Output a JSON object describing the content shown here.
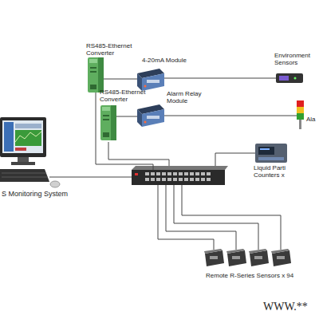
{
  "diagram": {
    "nodes": [
      {
        "text": [
          "S Monitoring System"
        ]
      },
      {
        "text": [
          "RS485-Ethernet Converter"
        ]
      },
      {
        "text": [
          "4-20mA Module"
        ]
      },
      {
        "text": [
          "Environment Sensors"
        ]
      },
      {
        "text": [
          "RS485-Ethernet Converter"
        ]
      },
      {
        "text": [
          "Alarm Relay Module"
        ]
      },
      {
        "text": [
          "Ala"
        ]
      },
      {
        "text": [
          "Liquid Parti Counters x"
        ]
      },
      {
        "text": [
          "Remote R-Series Sensors x 94"
        ]
      }
    ],
    "edges": [
      {
        "from": 1,
        "to": 2,
        "arrow": "none"
      },
      {
        "from": 2,
        "to": 3,
        "arrow": "none"
      },
      {
        "from": 4,
        "to": 5,
        "arrow": "none"
      },
      {
        "from": 5,
        "to": 6,
        "arrow": "none"
      }
    ],
    "labels": [
      "WWW.**"
    ]
  }
}
